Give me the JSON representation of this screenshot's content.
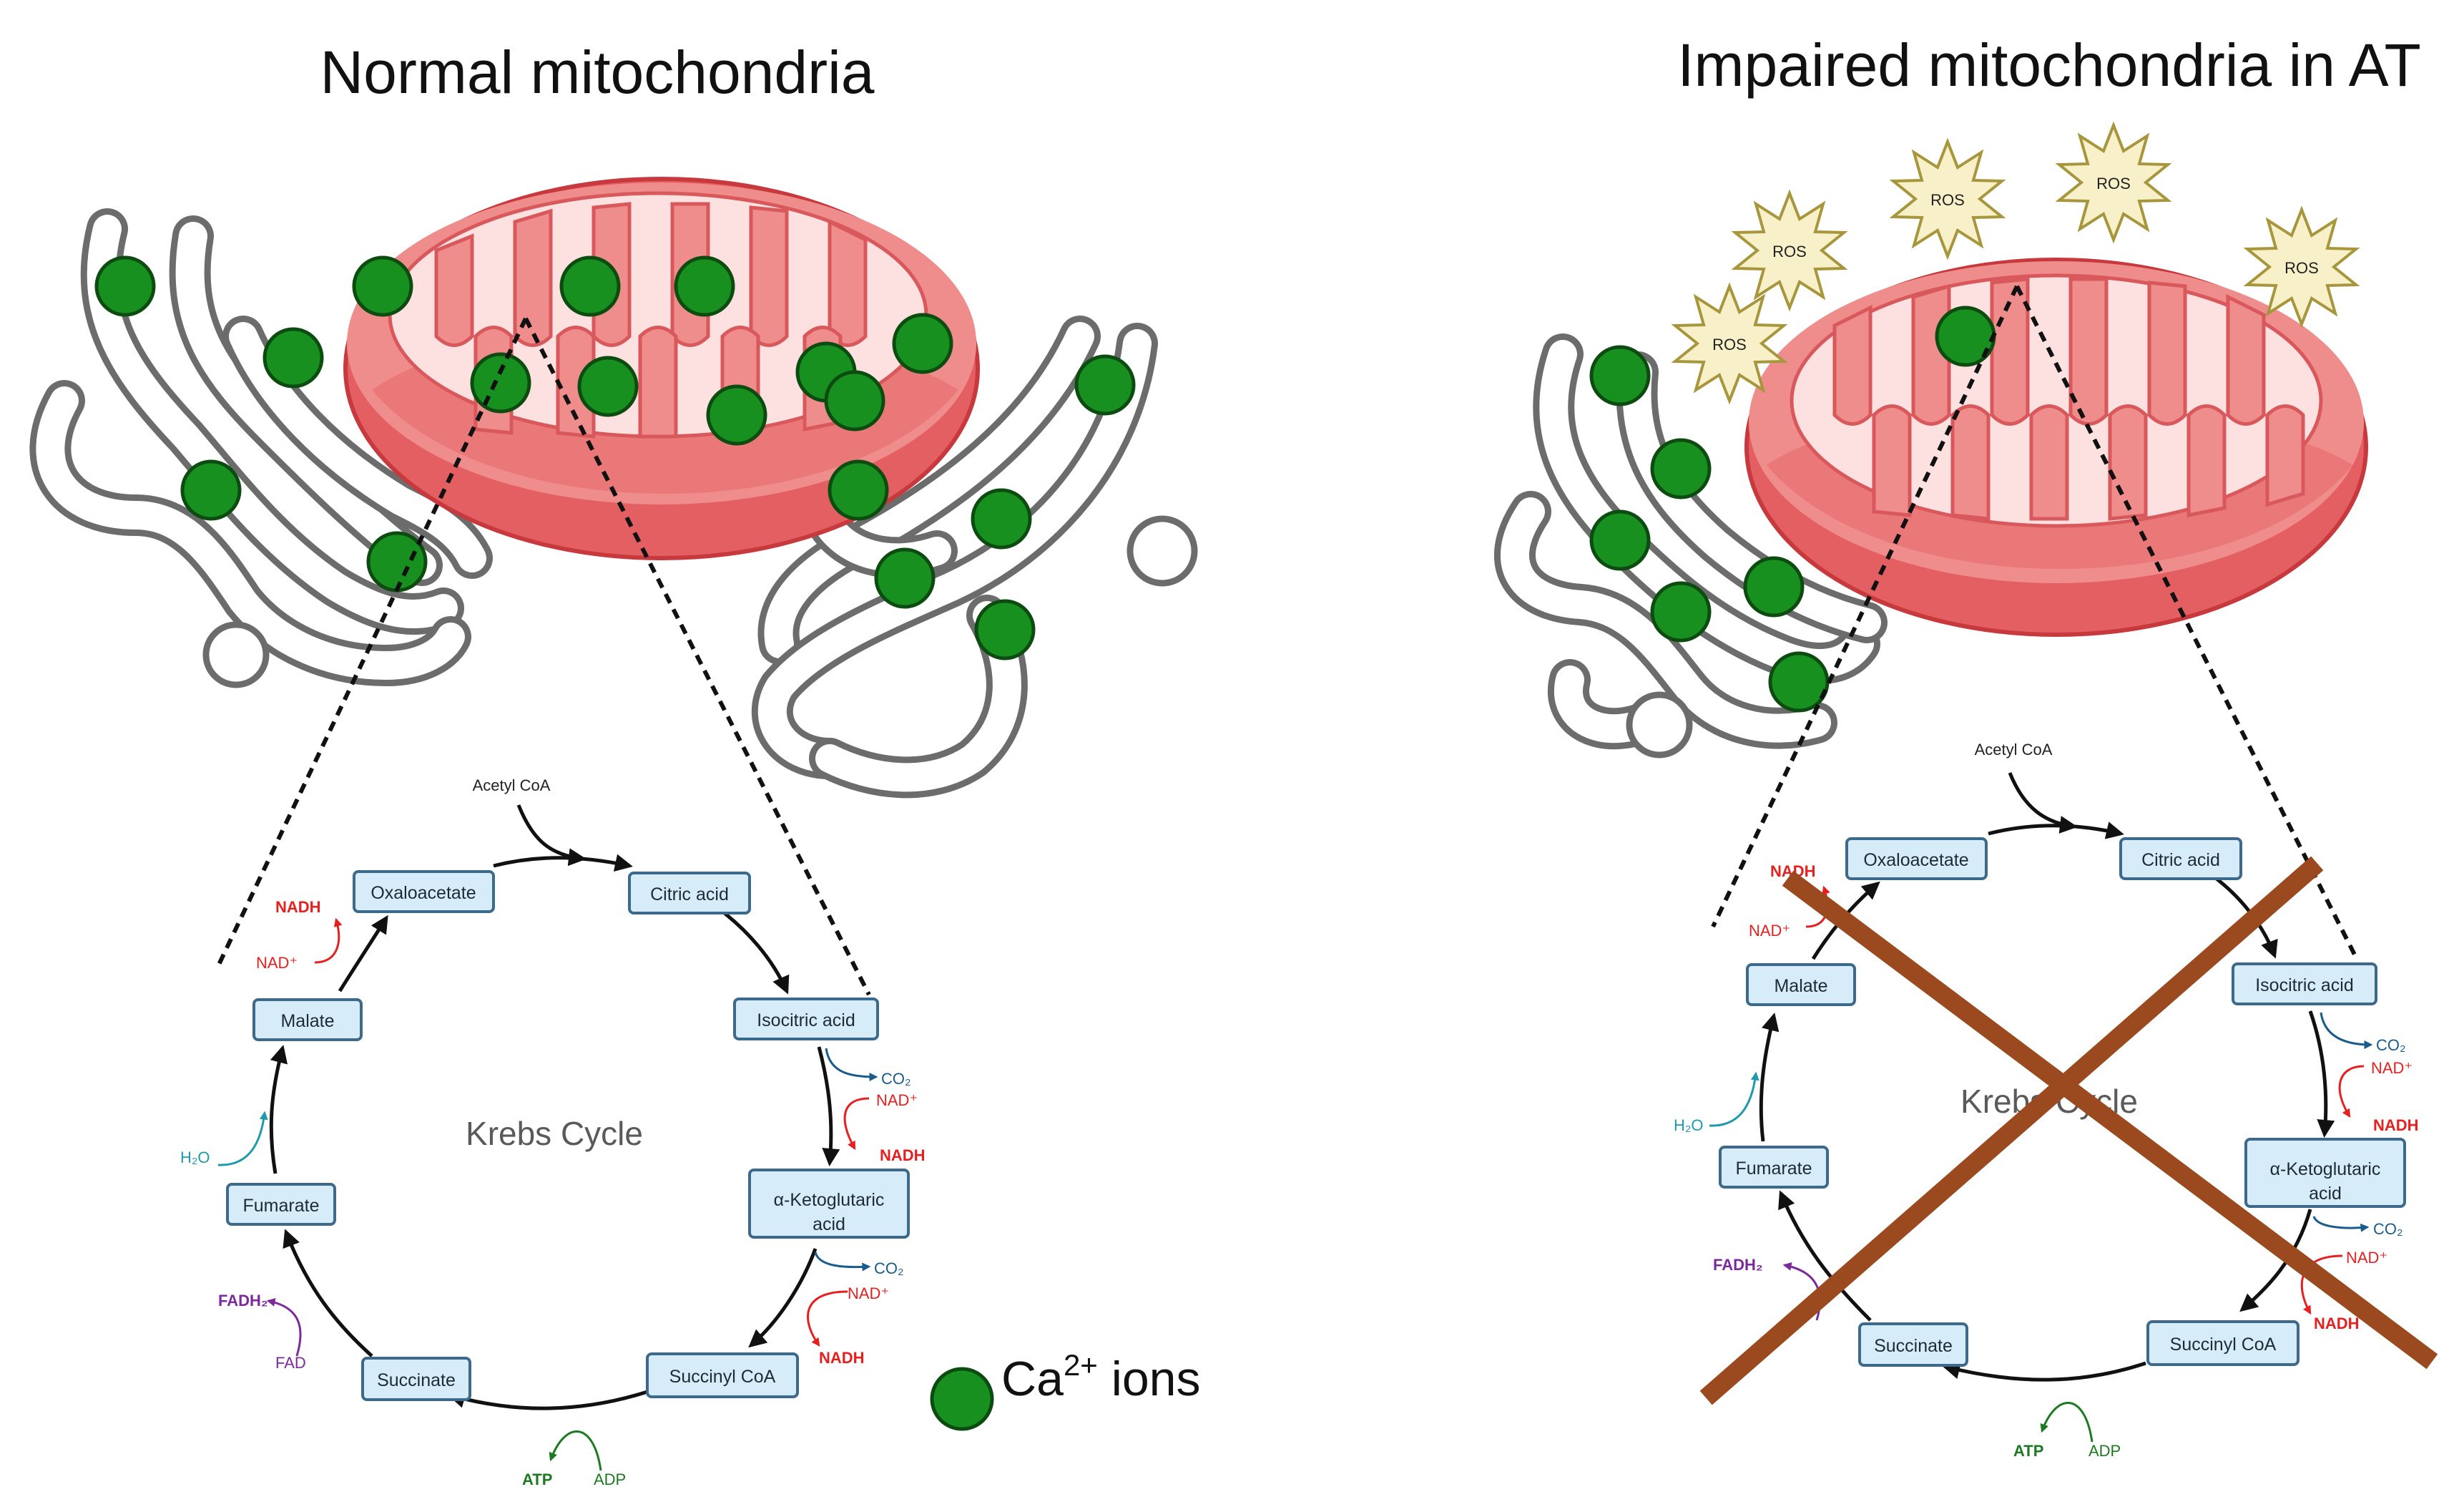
{
  "panels": [
    {
      "title": "Normal mitochondria",
      "cycle_label": "Krebs Cycle",
      "input_label": "Acetyl CoA",
      "nodes": [
        "Oxaloacetate",
        "Citric acid",
        "Isocitric acid",
        "α-Ketoglutaric acid",
        "Succinyl CoA",
        "Succinate",
        "Fumarate",
        "Malate"
      ],
      "cofactors": {
        "nadh_1": "NADH",
        "nad_1": "NAD⁺",
        "co2_1": "CO₂",
        "nad_2": "NAD⁺",
        "nadh_2": "NADH",
        "co2_2": "CO₂",
        "nad_3": "NAD⁺",
        "nadh_3": "NADH",
        "atp": "ATP",
        "adp": "ADP",
        "fadh2": "FADH₂",
        "fad": "FAD",
        "h2o": "H₂O"
      }
    },
    {
      "title": "Impaired mitochondria in AT",
      "cycle_label": "Krebs Cycle",
      "input_label": "Acetyl CoA",
      "nodes": [
        "Oxaloacetate",
        "Citric acid",
        "Isocitric acid",
        "α-Ketoglutaric acid",
        "Succinyl CoA",
        "Succinate",
        "Fumarate",
        "Malate"
      ],
      "cofactors": {
        "nadh_1": "NADH",
        "nad_1": "NAD⁺",
        "co2_1": "CO₂",
        "nad_2": "NAD⁺",
        "nadh_2": "NADH",
        "co2_2": "CO₂",
        "nad_3": "NAD⁺",
        "nadh_3": "NADH",
        "atp": "ATP",
        "adp": "ADP",
        "fadh2": "FADH₂",
        "h2o": "H₂O"
      },
      "ros_label": "ROS"
    }
  ],
  "legend": {
    "label": "Ca",
    "superscript": "2+",
    "suffix": " ions"
  },
  "colors": {
    "calcium": "#17901f",
    "mito_fill": "#ef8c8c",
    "mito_inner": "#fde0e0",
    "er_stroke": "#6c6c6c",
    "cross": "#9a4a1e",
    "ros_fill": "#f7f0c8",
    "nadh": "#e62020",
    "co2": "#1a5c8c",
    "atp": "#1b7a22",
    "fadh": "#7a2a9a",
    "h2o": "#1f9aab"
  }
}
